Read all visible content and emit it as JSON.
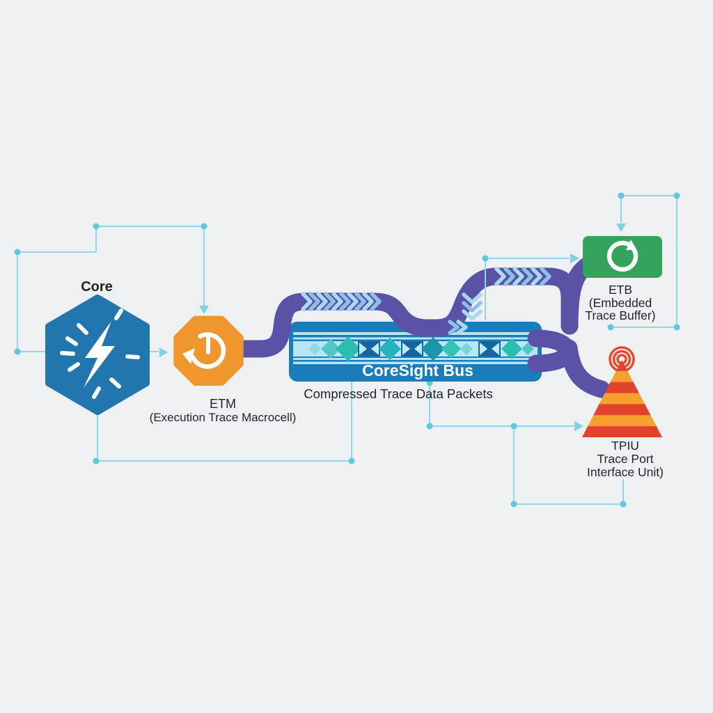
{
  "diagram": {
    "core": {
      "label": "Core",
      "icon": "lightning-bolt-icon"
    },
    "etm": {
      "label": "ETM",
      "sublabel": "(Execution Trace Macrocell)",
      "icon": "history-clock-icon"
    },
    "bus": {
      "label": "CoreSight Bus",
      "caption": "Compressed Trace Data Packets"
    },
    "etb": {
      "label": "ETB",
      "sublabel_line1": "(Embedded",
      "sublabel_line2": "Trace Buffer)",
      "icon": "refresh-cycle-icon"
    },
    "tpiu": {
      "label": "TPIU",
      "sublabel_line1": "Trace Port",
      "sublabel_line2": "Interface Unit)",
      "icon": "broadcast-signal-icon"
    }
  },
  "colors": {
    "background": "#eef0f1",
    "text": "#1e2427",
    "core_blue": "#2176ad",
    "etm_orange": "#f0962e",
    "bus_blue": "#1a7cb8",
    "bus_stripe": "#b9e6f5",
    "packet_dark_blue": "#1565a0",
    "packet_light": "#bfe9f5",
    "packet_teals": [
      "#8fd8dd",
      "#52c8c4",
      "#2abdb0",
      "#27b3be",
      "#1b96a8",
      "#35c4b4",
      "#7fd4da"
    ],
    "ribbon_purple": "#5a52a6",
    "chevron_light": "#a8daee",
    "chevron_mid": "#8cc0e6",
    "etb_green": "#35a35c",
    "tpiu_red": "#e0422c",
    "tpiu_orange": "#f6a02e",
    "signal_red": "#e8492e",
    "connector_cyan": "#8ed8e8",
    "connector_dot": "#5fc8de",
    "connector_arrow": "#7dd2e5"
  }
}
